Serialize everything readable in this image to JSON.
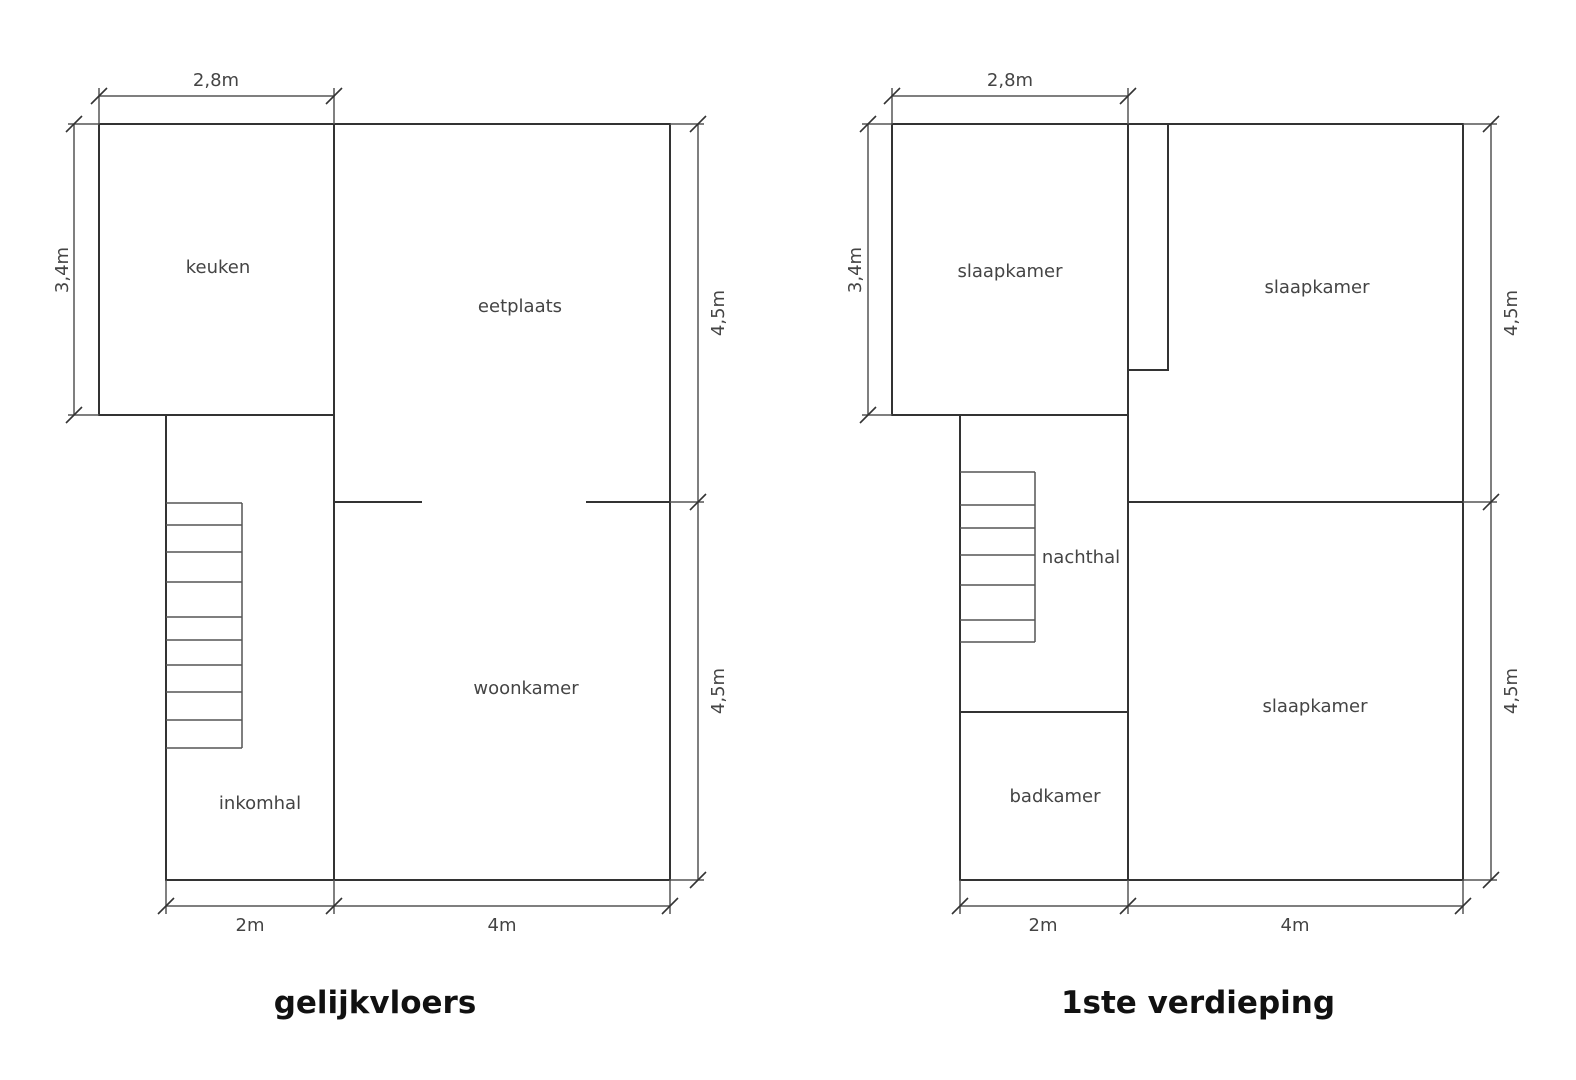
{
  "ground_floor": {
    "title": "gelijkvloers",
    "rooms": {
      "kitchen": "keuken",
      "dining": "eetplaats",
      "living": "woonkamer",
      "hall": "inkomhal"
    },
    "dimensions": {
      "top": "2,8m",
      "left": "3,4m",
      "right_upper": "4,5m",
      "right_lower": "4,5m",
      "bottom_left": "2m",
      "bottom_right": "4m"
    }
  },
  "first_floor": {
    "title": "1ste verdieping",
    "rooms": {
      "bedroom_1": "slaapkamer",
      "bedroom_2": "slaapkamer",
      "bedroom_3": "slaapkamer",
      "night_hall": "nachthal",
      "bathroom": "badkamer"
    },
    "dimensions": {
      "top": "2,8m",
      "left": "3,4m",
      "right_upper": "4,5m",
      "right_lower": "4,5m",
      "bottom_left": "2m",
      "bottom_right": "4m"
    }
  }
}
